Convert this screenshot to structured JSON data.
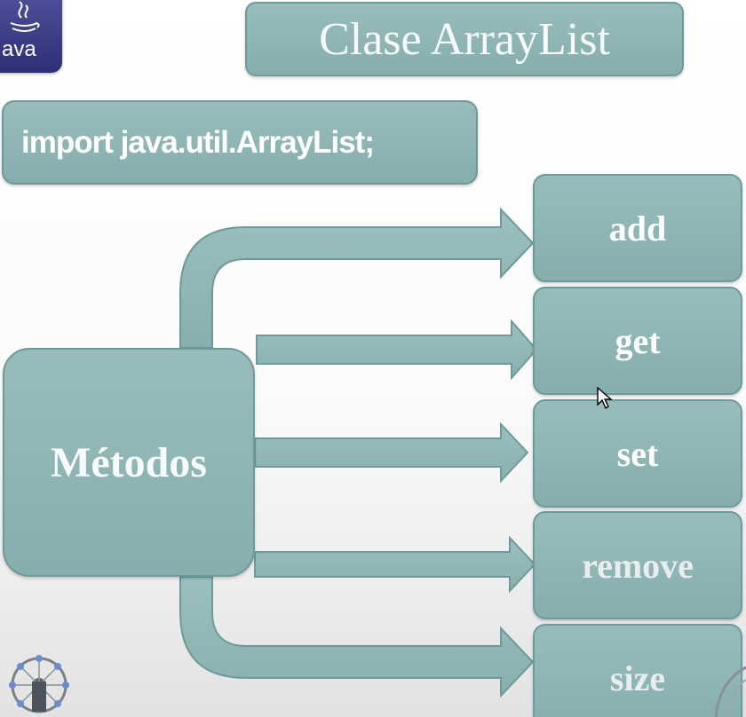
{
  "slide": {
    "title": "Clase ArrayList",
    "import_statement": "import java.util.ArrayList;",
    "central_label": "Métodos",
    "methods": [
      "add",
      "get",
      "set",
      "remove",
      "size"
    ]
  },
  "logo": {
    "text": "ava",
    "icon": "java-cup-icon",
    "background_color": "#3a3b87"
  },
  "colors": {
    "box_fill": "#8fb5b5",
    "box_border": "#6f9a9a",
    "text": "#ffffff"
  }
}
